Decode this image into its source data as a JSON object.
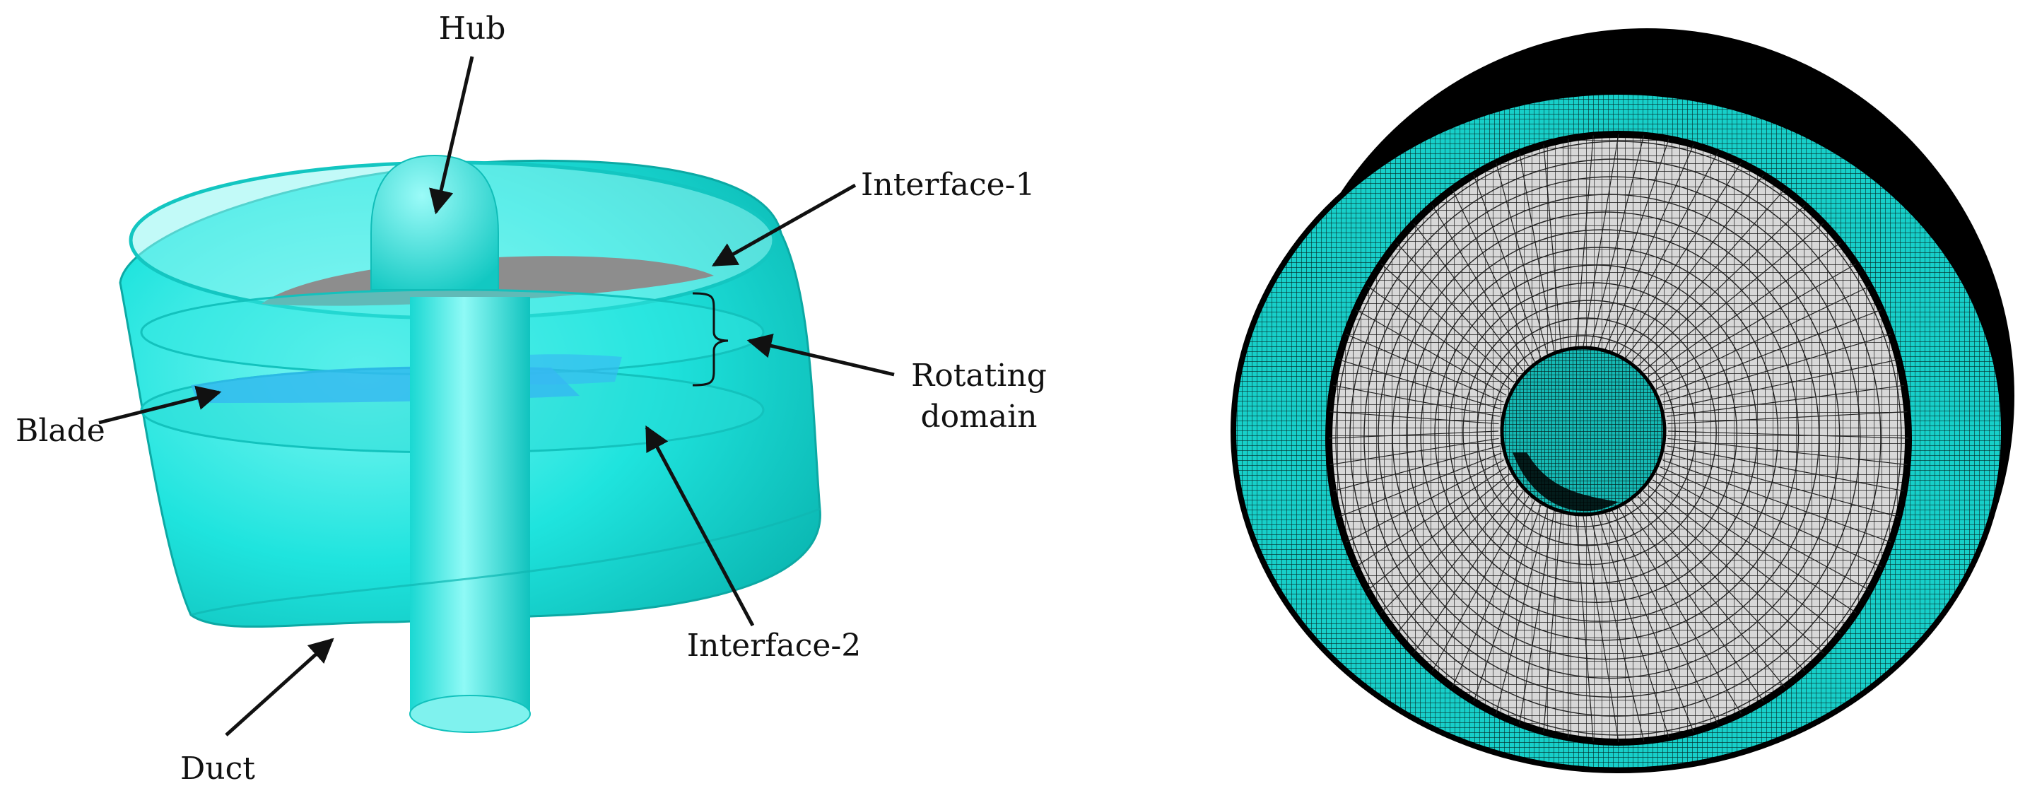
{
  "left_panel": {
    "labels": {
      "hub": "Hub",
      "interface_1": "Interface-1",
      "rotating_line1": "Rotating",
      "rotating_line2": "domain",
      "blade": "Blade",
      "interface_2": "Interface-2",
      "duct": "Duct"
    }
  },
  "colors": {
    "cyan": "#17e6e0",
    "cyan_dark": "#0fbdb8",
    "grey": "#8f8f8f",
    "mesh_face": "#d9d9d9",
    "mesh_line": "#111111"
  }
}
